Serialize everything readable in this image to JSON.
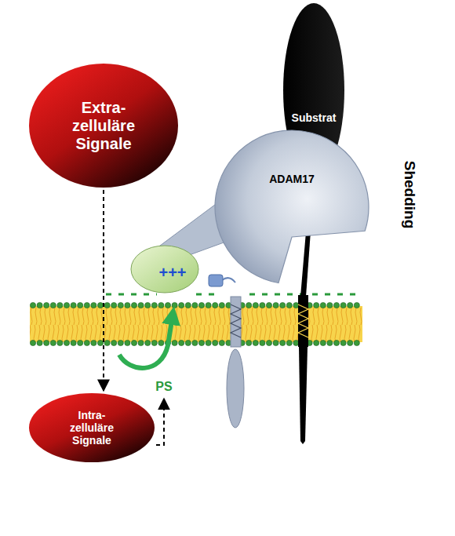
{
  "diagram": {
    "nodes": [
      {
        "text": [
          "Extra- zelluläre Signale"
        ]
      },
      {
        "text": [
          "Substrat"
        ]
      },
      {
        "text": [
          "ADAM17"
        ]
      },
      {
        "text": [
          "+++"
        ]
      },
      {
        "text": [
          "Intra- zelluläre Signale"
        ]
      }
    ],
    "edges": [
      {
        "from": 0,
        "to": 4,
        "arrow": "to"
      }
    ],
    "labels": [
      "Shedding",
      "PS"
    ]
  }
}
